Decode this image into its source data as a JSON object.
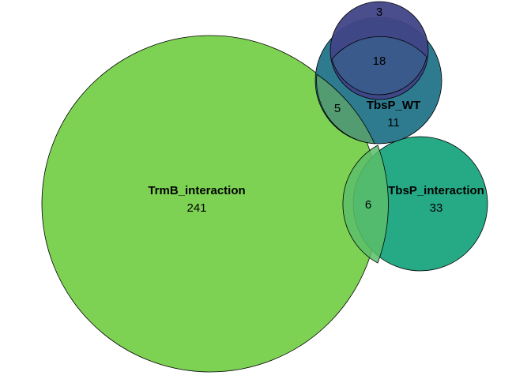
{
  "diagram": {
    "type": "euler",
    "sets": [
      {
        "id": "trmb",
        "name": "TrmB_interaction",
        "count": "241",
        "color": "#7AD151"
      },
      {
        "id": "tbsp_int",
        "name": "TbsP_interaction",
        "count": "33",
        "color": "#22A884"
      },
      {
        "id": "tbsp_wt",
        "name": "TbsP_WT",
        "count": "11",
        "color": "#2A788E"
      },
      {
        "id": "top",
        "name": "",
        "count": "3",
        "color": "#414487"
      }
    ],
    "intersections": [
      {
        "sets": [
          "top",
          "tbsp_wt"
        ],
        "count": "18"
      },
      {
        "sets": [
          "trmb",
          "tbsp_wt"
        ],
        "count": "5"
      },
      {
        "sets": [
          "trmb",
          "tbsp_int"
        ],
        "count": "6"
      }
    ]
  }
}
